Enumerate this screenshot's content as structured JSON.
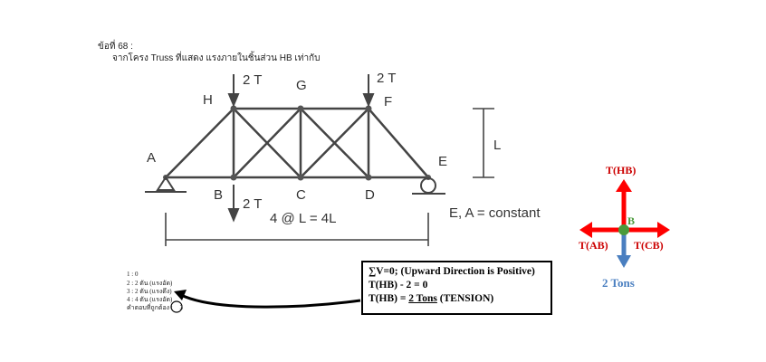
{
  "question": {
    "number": "ข้อที่ 68 :",
    "text": "จากโครง Truss ที่แสดง แรงภายในชิ้นส่วน HB เท่ากับ"
  },
  "truss": {
    "nodes": {
      "A": "A",
      "B": "B",
      "C": "C",
      "D": "D",
      "E": "E",
      "F": "F",
      "G": "G",
      "H": "H"
    },
    "loads": {
      "top_h": "2 T",
      "top_f": "2 T",
      "bottom_b": "2 T"
    },
    "height_label": "L",
    "span_label": "4 @ L = 4L",
    "property_label": "E, A = constant"
  },
  "options": [
    "1 : 0",
    "2 : 2 ตัน (แรงอัด)",
    "3 : 2 ตัน (แรงดึง)",
    "4 : 4 ตัน (แรงอัด)"
  ],
  "answer_line": {
    "label": "คำตอบที่ถูกต้อง :",
    "value": "3"
  },
  "solution": {
    "line1": "∑V=0; (Upward Direction is Positive)",
    "line2": "T(HB) - 2 = 0",
    "line3_prefix": "T(HB) = ",
    "line3_value": "2 Tons",
    "line3_suffix": " (TENSION)"
  },
  "fbd": {
    "node": "B",
    "up": "T(HB)",
    "left": "T(AB)",
    "right": "T(CB)",
    "down": "2 Tons",
    "colors": {
      "tension": "#ff0000",
      "load": "#4a7fc0",
      "node": "#4a9a3a"
    }
  }
}
